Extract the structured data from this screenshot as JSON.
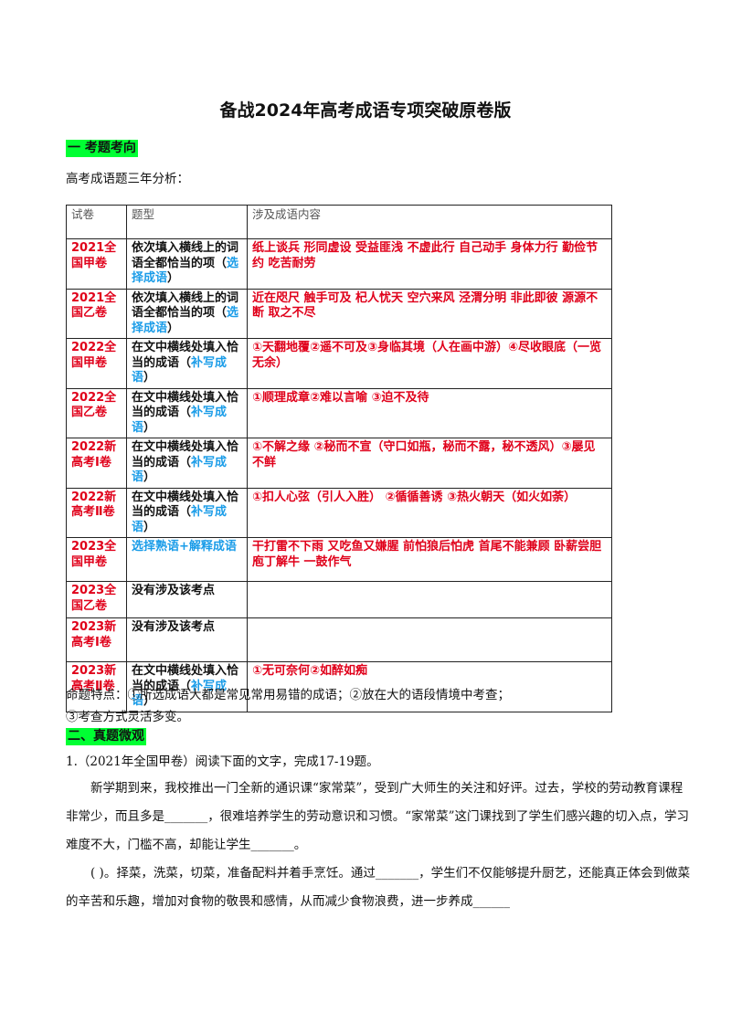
{
  "title": "备战2024年高考成语专项突破原卷版",
  "section1": {
    "heading": "一  考题考向",
    "intro": "高考成语题三年分析："
  },
  "table": {
    "headers": [
      "试卷",
      "题型",
      "涉及成语内容"
    ],
    "rows": [
      {
        "paper": "2021全国甲卷",
        "qtype_main": "依次填入横线上的词语全都恰当的项（",
        "qtype_hl": "选择成语",
        "qtype_end": "）",
        "content": "纸上谈兵  形同虚设  受益匪浅  不虚此行  自己动手  身体力行  勤俭节约    吃苦耐劳"
      },
      {
        "paper": "2021全国乙卷",
        "qtype_main": "依次填入横线上的词语全都恰当的项（",
        "qtype_hl": "选择成语",
        "qtype_end": "）",
        "content": "近在咫尺  触手可及  杞人忧天  空穴来风  泾渭分明    非此即彼  源源不断    取之不尽"
      },
      {
        "paper": "2022全国甲卷",
        "qtype_main": "在文中横线处填入恰当的成语（",
        "qtype_hl": "补写成语",
        "qtype_end": "）",
        "content": "①天翻地覆②遥不可及③身临其境（人在画中游）④尽收眼底（一览无余）"
      },
      {
        "paper": "2022全国乙卷",
        "qtype_main": "在文中横线处填入恰当的成语（",
        "qtype_hl": "补写成语",
        "qtype_end": "）",
        "content": "①顺理成章②难以言喻    ③迫不及待"
      },
      {
        "paper": "2022新高考Ⅰ卷",
        "qtype_main": "在文中横线处填入恰当的成语（",
        "qtype_hl": "补写成语",
        "qtype_end": "）",
        "content": "①不解之缘    ②秘而不宣（守口如瓶，秘而不露，秘不透风）③屡见不鲜"
      },
      {
        "paper": "2022新高考Ⅱ卷",
        "qtype_main": "在文中横线处填入恰当的成语（",
        "qtype_hl": "补写成语",
        "qtype_end": "）",
        "content": "①扣人心弦（引人入胜）    ②循循善诱    ③热火朝天（如火如荼）"
      },
      {
        "paper": "2023全国甲卷",
        "qtype_main": "",
        "qtype_hl": "选择熟语+解释成语",
        "qtype_end": "",
        "content": "干打雷不下雨  又吃鱼又嫌腥  前怕狼后怕虎  首尾不能兼顾  卧薪尝胆  庖丁解牛  一鼓作气"
      },
      {
        "paper": "2023全国乙卷",
        "qtype_main": "没有涉及该考点",
        "qtype_hl": "",
        "qtype_end": "",
        "content": ""
      },
      {
        "paper": "2023新高考Ⅰ卷",
        "qtype_main": "没有涉及该考点",
        "qtype_hl": "",
        "qtype_end": "",
        "content": ""
      },
      {
        "paper": "2023新高考Ⅱ卷",
        "qtype_main": "在文中横线处填入恰当的成语（",
        "qtype_hl": "补写成语",
        "qtype_end": "）",
        "content": "①无可奈何②如醉如痴"
      }
    ]
  },
  "notes": {
    "line1": "命题特点：①所选成语大都是常见常用易错的成语；②放在大的语段情境中考查；",
    "line2": "③考查方式灵活多变。"
  },
  "section2": {
    "heading": "二、真题微观"
  },
  "question1": {
    "stem": "1.（2021年全国甲卷）阅读下面的文字，完成17-19题。",
    "para1": "新学期到来，我校推出一门全新的通识课“家常菜”，受到广大师生的关注和好评。过去，学校的劳动教育课程非常少，而且多是_______，很难培养学生的劳动意识和习惯。“家常菜”这门课找到了学生们感兴趣的切入点，学习难度不大，门槛不高，却能让学生_______。",
    "para2": "(          )。择菜，洗菜，切菜，准备配料并着手烹饪。通过_______，学生们不仅能够提升厨艺，还能真正体会到做菜的辛苦和乐趣，增加对食物的敬畏和感情，从而减少食物浪费，进一步养成______"
  },
  "colors": {
    "section_highlight": "#00ff33",
    "paper_red": "#e0001a",
    "type_blue": "#1a9ce8"
  }
}
